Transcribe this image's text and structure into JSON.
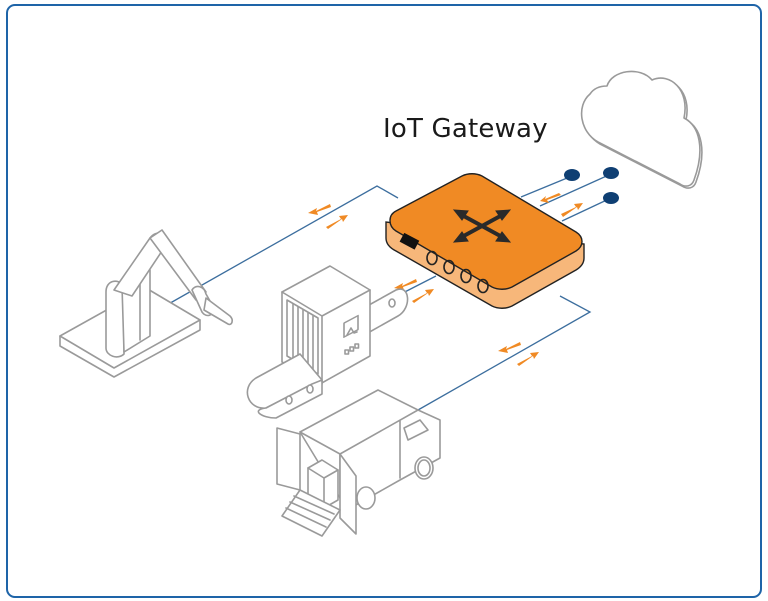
{
  "diagram": {
    "title": "IoT Gateway",
    "colors": {
      "frame_border": "#1e64a8",
      "gateway_top": "#f08a24",
      "gateway_side": "#f7b77a",
      "link_line": "#3c6e9e",
      "arrow": "#f08a24",
      "cloud_node": "#0f3f73",
      "device_outline": "#9a9a9a"
    },
    "nodes": [
      {
        "id": "gateway",
        "label": "IoT Gateway",
        "icon": "crossed-arrows-icon"
      },
      {
        "id": "cloud",
        "icon": "cloud-icon"
      },
      {
        "id": "robot-arm",
        "icon": "robot-arm-icon"
      },
      {
        "id": "conveyor-scanner",
        "icon": "conveyor-scanner-icon"
      },
      {
        "id": "delivery-van",
        "icon": "delivery-van-icon"
      }
    ],
    "links": [
      {
        "from": "gateway",
        "to": "robot-arm",
        "bidirectional": true
      },
      {
        "from": "gateway",
        "to": "conveyor-scanner",
        "bidirectional": true
      },
      {
        "from": "gateway",
        "to": "delivery-van",
        "bidirectional": true
      },
      {
        "from": "gateway",
        "to": "cloud",
        "bidirectional": true,
        "endpoints": 3
      }
    ]
  }
}
